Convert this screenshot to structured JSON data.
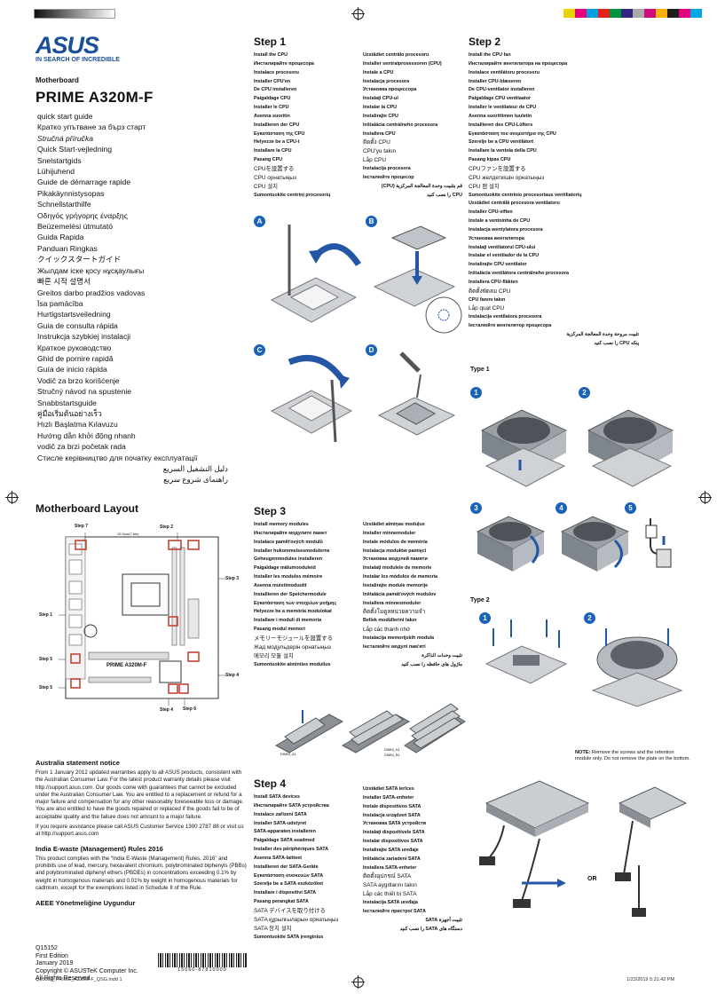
{
  "brand": {
    "logo": "ASUS",
    "tagline": "IN SEARCH OF INCREDIBLE"
  },
  "header": {
    "category": "Motherboard",
    "model": "PRIME A320M-F"
  },
  "quick_start": [
    "quick start guide",
    "Кратко упътване за бърз старт",
    "Stručná příručka",
    "Quick Start-vejledning",
    "Snelstartgids",
    "Lühijuhend",
    "Guide de démarrage rapide",
    "Pikakäynnistysopas",
    "Schnellstarthilfe",
    "Οδηγός γρήγορης έναρξης",
    "Beüzemelési útmutató",
    "Guida Rapida",
    "Panduan Ringkas",
    "クイックスタートガイド",
    "Жылдам іске қосу нұсқаулығы",
    "빠른 시작 설명서",
    "Greitos darbo pradžios vadovas",
    "Īsa pamācība",
    "Hurtigstartsveiledning",
    "Guia de consulta rápida",
    "Instrukcja szybkiej instalacji",
    "Краткое руководство",
    "Ghid de pornire rapidă",
    "Guía de inicio rápida",
    "Vodič za brzo korišćenje",
    "Stručný návod na spustenie",
    "Snabbstartsguide",
    "คู่มือเริ่มต้นอย่างเร็ว",
    "Hızlı Başlatma Kılavuzu",
    "Hướng dẫn khởi động nhanh",
    "vodič za brzi početak rada",
    "Стисле керівництво для початку експлуатації",
    "دليل التشغيل السريع",
    "راهنمای شروع سريع"
  ],
  "layout": {
    "title": "Motherboard Layout",
    "labels": {
      "step7": "Step 7",
      "step2": "Step 2",
      "step3": "Step 3",
      "step1": "Step 1",
      "step5a": "Step 5",
      "step4": "Step 4",
      "step5b": "Step 5",
      "step4b": "Step 4",
      "step6": "Step 6"
    },
    "board_name": "PRIME A320M-F",
    "dimension": "19.3cm(7.6in)"
  },
  "australia": {
    "title": "Australia statement notice",
    "p1": "From 1 January 2012 updated warranties apply to all ASUS products, consistent with the Australian Consumer Law. For the latest product warranty details please visit http://support.asus.com. Our goods come with guarantees that cannot be excluded under the Australian Consumer Law. You are entitled to a replacement or refund for a major failure and compensation for any other reasonably foreseeable loss or damage. You are also entitled to have the goods repaired or replaced if the goods fail to be of acceptable quality and the failure does not amount to a major failure.",
    "p2": "If you require assistance please call ASUS Customer Service 1300 2787 88 or visit us at http://support.asus.com"
  },
  "ewaste": {
    "title": "India E-waste (Management) Rules 2016",
    "body": "This product complies with the “India E-Waste (Management) Rules, 2016” and prohibits use of lead, mercury, hexavalent chromium, polybrominated biphenyls (PBBs) and polybrominated diphenyl ethers (PBDEs) in concentrations exceeding 0.1% by weight in homogenous materials and 0.01% by weight in homogenous materials for cadmium, except for the exemptions listed in Schedule II of the Rule."
  },
  "aeee": "AEEE Yönetmeliğine Uygundur",
  "print_info": [
    "Q15152",
    "First Edition",
    "January 2019",
    "Copyright © ASUSTeK Computer Inc.",
    "All Rights Reserved"
  ],
  "barcode": "15060-87810000",
  "footer": {
    "left": "Q15152_PRIME_A320M-F_QSG.indd   1",
    "right": "1/23/2019   5:31:42 PM"
  },
  "step1": {
    "title": "Step 1",
    "left": [
      "Install the CPU",
      "Инсталирайте процесора",
      "Instalace procesoru",
      "Installer CPU'en",
      "De CPU installeren",
      "Paigaldage CPU",
      "Installer le CPU",
      "Asenna suoritin",
      "Installieren der CPU",
      "Εγκατάσταση της CPU",
      "Helyezze be a CPU-t",
      "Installare la CPU",
      "Pasang CPU",
      "CPUを設置する",
      "CPU орнатыңыз",
      "CPU 설치",
      "Sumontuokite centrinį procesorių"
    ],
    "right": [
      "Uzstādiet centrālo procesoru",
      "Installer sentralprosessoren (CPU)",
      "Instale a CPU",
      "Instalacja procesora",
      "Установка процессора",
      "Instalaţi CPU-ul",
      "Instalar la CPU",
      "Instalirajte CPU",
      "Inštalácia centrálneho procesora",
      "Installera CPU",
      "ติดตั้ง CPU",
      "CPU'yu takın",
      "Lắp CPU",
      "Instalacija procesora",
      "Інсталюйте процесор",
      "قم بتثبيت وحدة المعالجة المركزية (CPU)",
      "CPU را نصب کنيد"
    ],
    "panels": [
      "A",
      "B",
      "C",
      "D"
    ]
  },
  "step2": {
    "title": "Step 2",
    "lines": [
      "Install the CPU fan",
      "Инсталирайте вентилатора на процесора",
      "Instalace ventilátoru procesoru",
      "Installer CPU-blæseren",
      "De CPU-ventilator installeren",
      "Paigaldage CPU ventilaator",
      "Installer le ventilateur de CPU",
      "Asenna suorittimen tuuletin",
      "Installieren des CPU-Lüfters",
      "Εγκατάσταση του ανεμιστήρα της CPU",
      "Szerelje be a CPU ventilátort",
      "Installare la ventola della CPU",
      "Pasang kipas CPU",
      "CPUファンを設置する",
      "CPU желдеткішін орнатыңыз",
      "CPU 팬 설치",
      "Sumontuokite centrinio procesoriaus ventiliatorių",
      "Uzstādiet centrālā procesora ventilatoru",
      "Installer CPU-viften",
      "Instale a ventoinha de CPU",
      "Instalacja wentylatora procesora",
      "Установка вентилятора",
      "Instalaţi ventilatorul CPU-ului",
      "Instalar el ventilador de la CPU",
      "Instalirajte CPU ventilator",
      "Inštalácia ventilátora centrálneho procesora",
      "Installera CPU-fläkten",
      "ติดตั้งพัดลม CPU",
      "CPU fanını takın",
      "Lắp quạt CPU",
      "Instalacija ventilatora procesora",
      "Інсталюйте вентилятор процесора",
      "تثبيت مروحة وحدة المعالجة المركزية",
      "پنکه CPU را نصب کنيد"
    ],
    "type1": "Type 1",
    "type2": "Type 2",
    "note_label": "NOTE:",
    "note": "Remove the screws and the retention module only. Do not remove the plate on the bottom."
  },
  "step3": {
    "title": "Step 3",
    "left": [
      "Install memory modules",
      "Инсталирайте модулите памет",
      "Instalace paměťových modulů",
      "Installer hukommelsesmodulerne",
      "Geheugenmodules installeren",
      "Paigaldage mälumooduleid",
      "Installer les modules mémoire",
      "Asenna muistimoduulit",
      "Installieren der Speichermodule",
      "Εγκατάσταση των στοιχείων μνήμης",
      "Helyezze be a memória modulokat",
      "Installare i moduli di memoria",
      "Pasang modul memori",
      "メモリーモジュールを設置する",
      "Жад модульдерін орнатыңыз",
      "메모리 모듈 설치",
      "Sumontuokite atminties modulius"
    ],
    "right": [
      "Uzstādiet atmiņas moduļus",
      "Installer minnemoduler",
      "Instale módulos de memória",
      "Instalacja modułów pamięci",
      "Установка модулей памяти",
      "Instalaţi modulele de memorie",
      "Instalar los módulos de memoria",
      "Instalirajte module memorije",
      "Inštalácia pamäťových modulov",
      "Installera minnesmoduler",
      "ติดตั้งโมดูลหน่วยความจำ",
      "Bellek modüllerini takın",
      "Lắp các thanh nhớ",
      "Instalacija memorijskih modula",
      "Інсталюйте модулі пам'яті",
      "تثبيت وحدات الذاكرة",
      "ماژول های حافظه را نصب کنيد"
    ],
    "slots": [
      "DIMM_A1",
      "DIMM_B1",
      "DIMM_A1",
      "DIMM_B1"
    ]
  },
  "step4": {
    "title": "Step 4",
    "left": [
      "Install SATA devices",
      "Инсталирайте SATA устройства",
      "Instalace zařízení SATA",
      "Installer SATA-udstyret",
      "SATA-apparaten installeren",
      "Paigaldage SATA seadmed",
      "Installer des périphériques SATA",
      "Asenna SATA-laitteet",
      "Installieren der SATA-Geräte",
      "Εγκατάσταση συσκευών SATA",
      "Szerelje be a SATA eszközöket",
      "Installare i dispositivi SATA",
      "Pasang perangkat SATA",
      "SATA デバイスを取り付ける",
      "SATA құрылғыларын орнатыңыз",
      "SATA 장치 설치",
      "Sumontuokite SATA įrenginius"
    ],
    "right": [
      "Uzstādiet SATA ierīces",
      "Installer SATA-enheter",
      "Instale dispositivos SATA",
      "Instalacja urządzeń SATA",
      "Установка SATA устройств",
      "Instalaţi dispozitivele SATA",
      "Instalar dispositivos SATA",
      "Instalirajte SATA uređaje",
      "Inštalácia zariadení SATA",
      "Installera SATA-enheter",
      "ติดตั้งอุปกรณ์ SATA",
      "SATA aygıtlarını takın",
      "Lắp các thiết bị SATA",
      "Instalacija SATA uređaja",
      "Інсталюйте пристрої SATA",
      "تثبيت أجهزة SATA",
      "دستگاه های SATA را نصب کنيد"
    ],
    "or": "OR"
  },
  "colors": {
    "asus_blue": "#1a4f9c",
    "badge_blue": "#1a63b8"
  }
}
